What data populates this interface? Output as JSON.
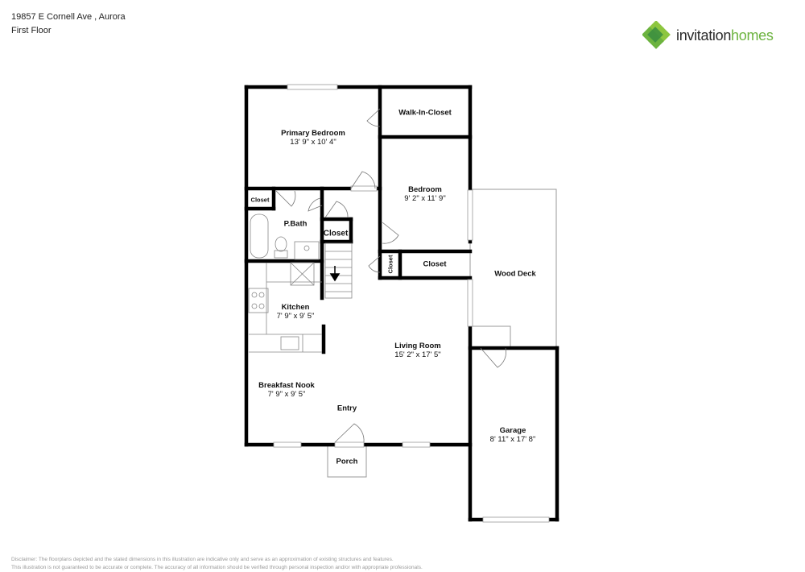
{
  "header": {
    "address": "19857 E Cornell Ave , Aurora",
    "floor": "First Floor"
  },
  "logo": {
    "text_dark": "invitation",
    "text_green": "homes",
    "colors": {
      "green_light": "#8dc63f",
      "green_dark": "#3a8d3f",
      "text_dark": "#2b2b2b",
      "text_green": "#6cb33f"
    }
  },
  "rooms": {
    "primary_bedroom": {
      "name": "Primary Bedroom",
      "dims": "13' 9\" x 10' 4\""
    },
    "walk_in_closet": {
      "name": "Walk-In-Closet"
    },
    "bedroom": {
      "name": "Bedroom",
      "dims": "9' 2\" x 11' 9\""
    },
    "closet_small": {
      "name": "Closet"
    },
    "p_bath": {
      "name": "P.Bath"
    },
    "closet_hall": {
      "name": "Closet"
    },
    "closet_vertical": {
      "name": "Closet"
    },
    "closet_bedroom": {
      "name": "Closet"
    },
    "wood_deck": {
      "name": "Wood Deck"
    },
    "kitchen": {
      "name": "Kitchen",
      "dims": "7' 9\" x 9' 5\""
    },
    "living_room": {
      "name": "Living Room",
      "dims": "15' 2\" x 17' 5\""
    },
    "breakfast_nook": {
      "name": "Breakfast Nook",
      "dims": "7' 9\" x 9' 5\""
    },
    "entry": {
      "name": "Entry"
    },
    "porch": {
      "name": "Porch"
    },
    "garage": {
      "name": "Garage",
      "dims": "8' 11\" x 17' 8\""
    }
  },
  "disclaimer": {
    "line1": "Disclaimer: The floorplans depicted and the stated dimensions in this illustration are indicative only and serve as an approximation of existing structures and features.",
    "line2": "This illustration is not guaranteed to be accurate or complete. The accuracy of all information should be verified through personal inspection and/or with appropriate professionals."
  }
}
